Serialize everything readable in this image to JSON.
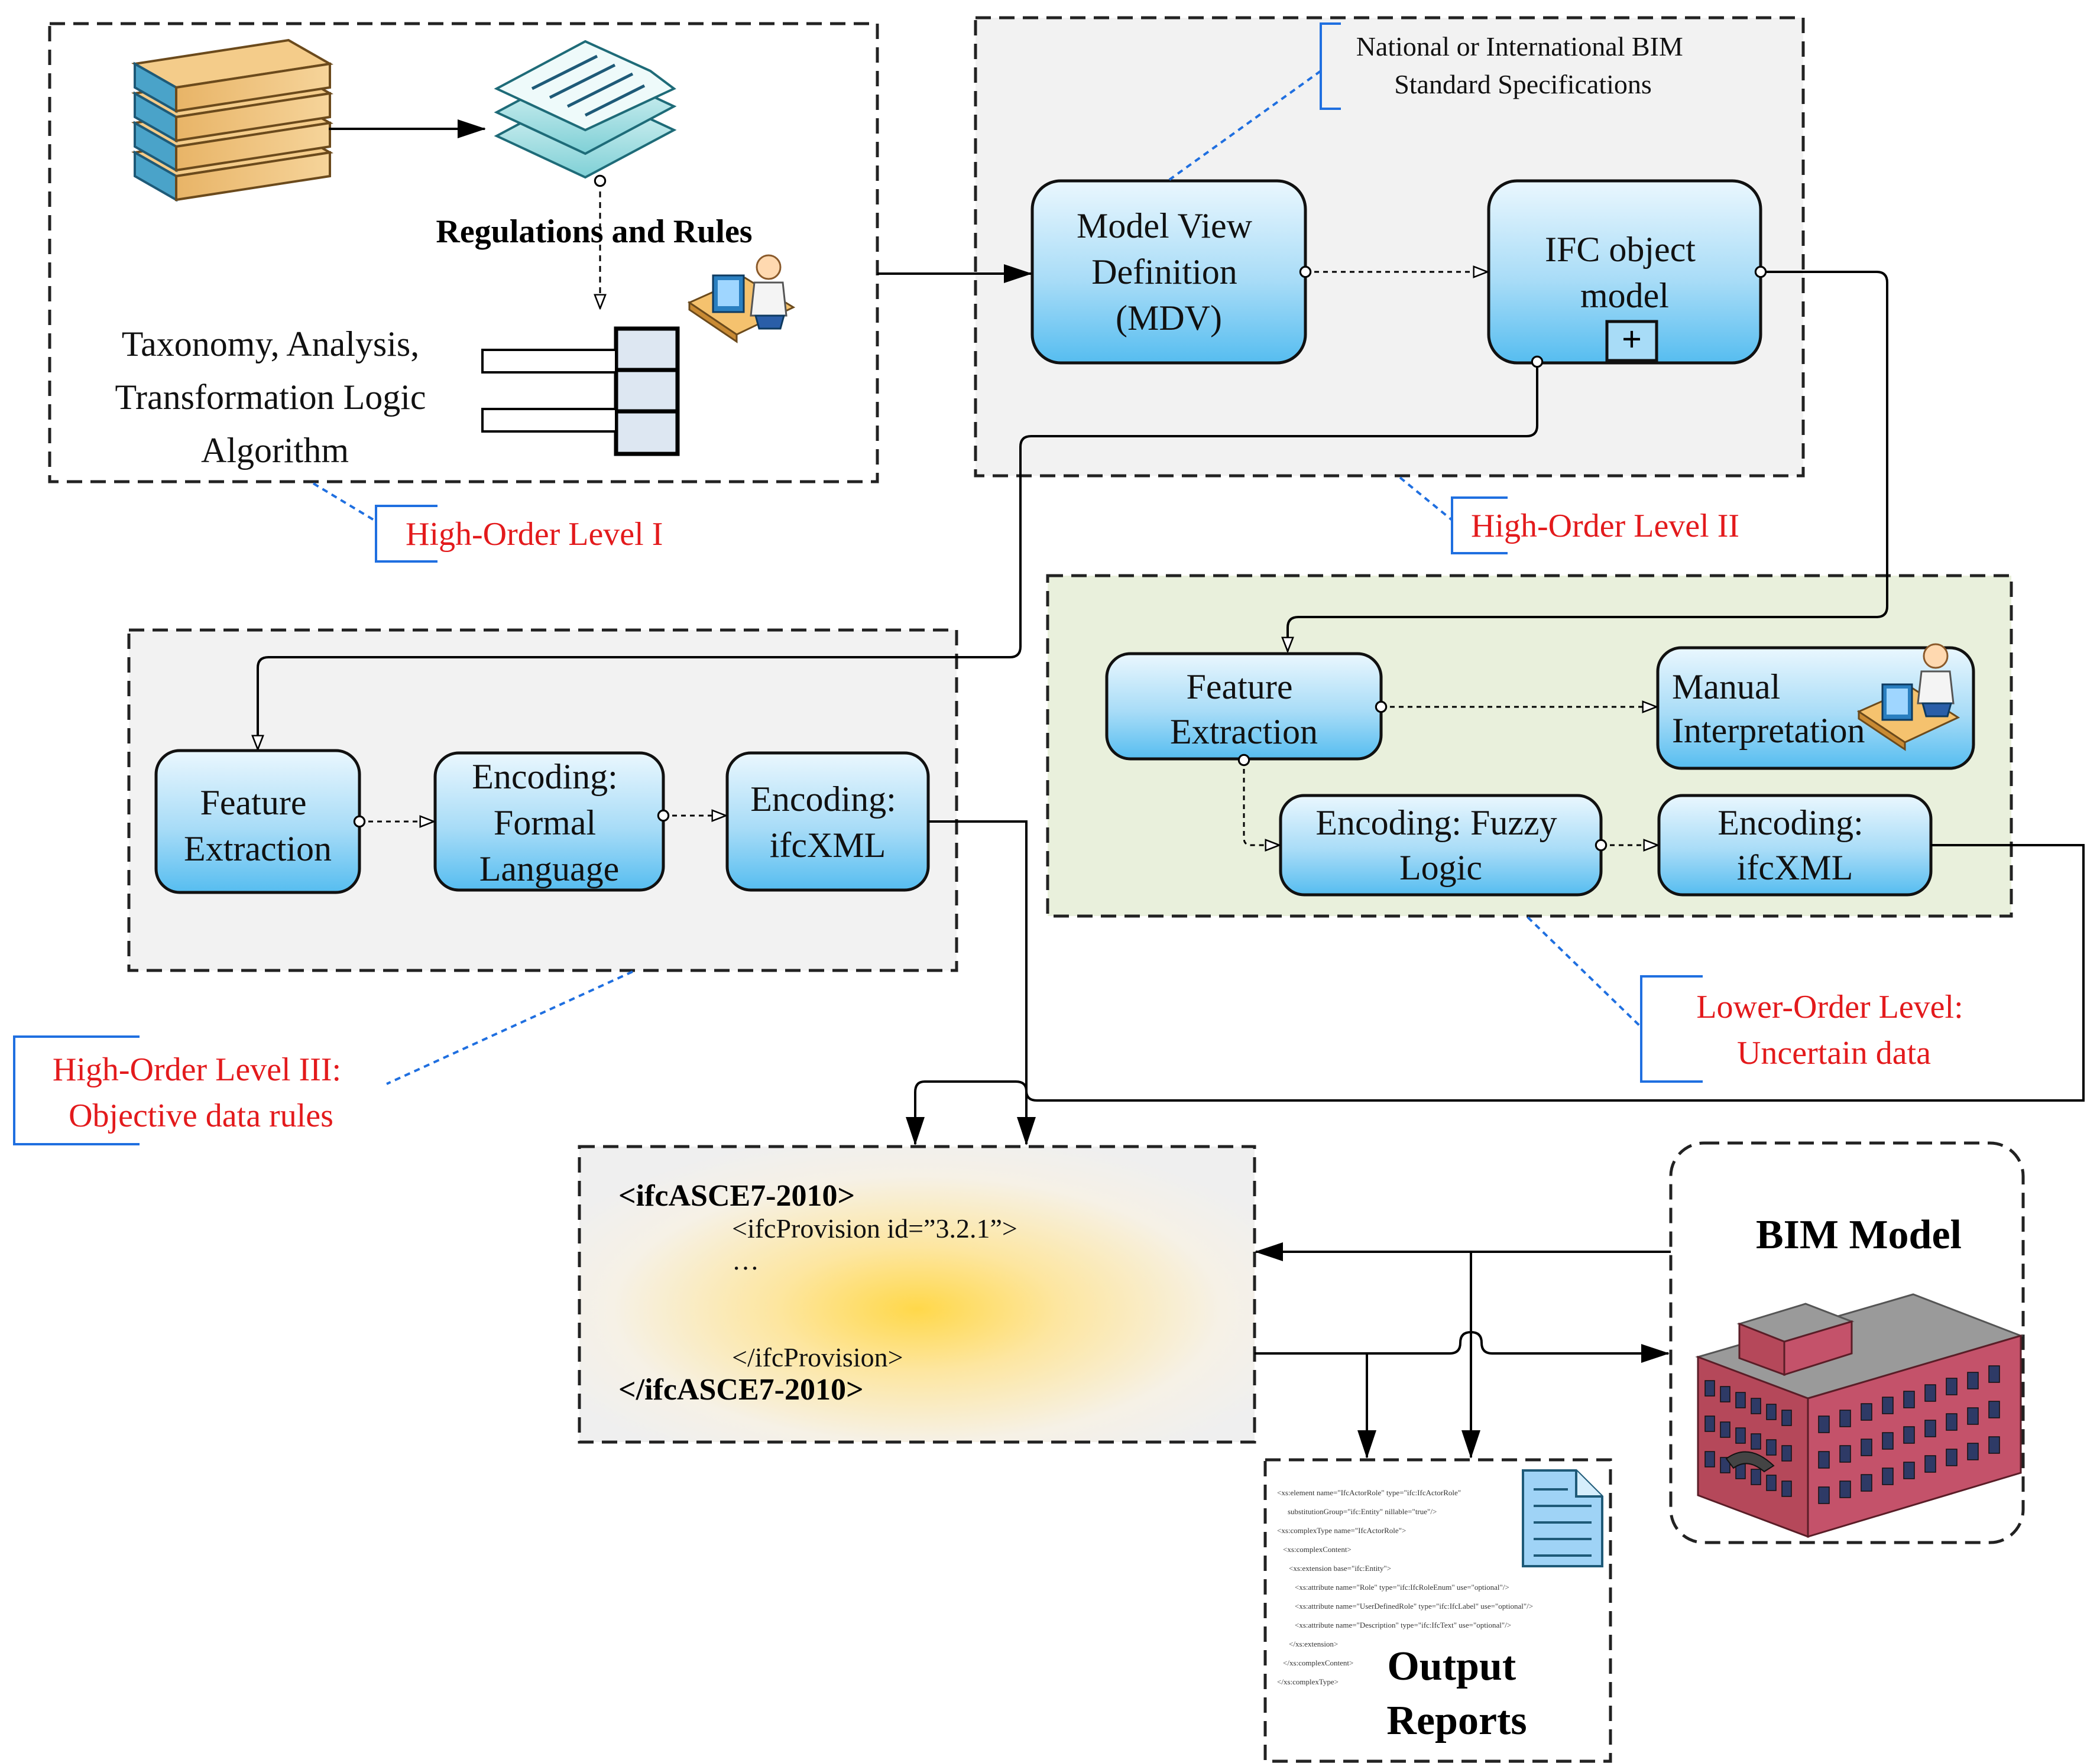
{
  "header_note": {
    "line1": "National or International BIM",
    "line2": "Standard Specifications"
  },
  "level1": {
    "regulations": "Regulations and Rules",
    "taxonomy_lines": [
      "Taxonomy, Analysis,",
      "Transformation Logic",
      "Algorithm"
    ],
    "label": "High-Order Level I"
  },
  "level2": {
    "mdv_lines": [
      "Model View",
      "Definition",
      "(MDV)"
    ],
    "ifc_lines": [
      "IFC object",
      "model"
    ],
    "expand_symbol": "+",
    "label": "High-Order Level II"
  },
  "level3": {
    "feature_lines": [
      "Feature",
      "Extraction"
    ],
    "formal_lines": [
      "Encoding:",
      "Formal",
      "Language"
    ],
    "ifcxml_lines": [
      "Encoding:",
      "ifcXML"
    ],
    "label_lines": [
      "High-Order Level III:",
      "Objective data rules"
    ]
  },
  "lower": {
    "feature_lines": [
      "Feature",
      "Extraction"
    ],
    "manual_lines": [
      "Manual",
      "Interpretation"
    ],
    "fuzzy_lines": [
      "Encoding: Fuzzy",
      "Logic"
    ],
    "ifcxml_lines": [
      "Encoding:",
      "ifcXML"
    ],
    "label_lines": [
      "Lower-Order Level:",
      "Uncertain data"
    ]
  },
  "xml": {
    "open_tag": "<ifcASCE7-2010>",
    "provision_open": "<ifcProvision id=”3.2.1”>",
    "ellipsis": "…",
    "provision_close": "</ifcProvision>",
    "close_tag": "</ifcASCE7-2010>"
  },
  "bim": {
    "title": "BIM Model"
  },
  "output": {
    "title_lines": [
      "Output",
      "Reports"
    ],
    "code_lines": [
      "<xs:element name=\"IfcActorRole\" type=\"ifc:IfcActorRole\"",
      "substitutionGroup=\"ifc:Entity\" nillable=\"true\"/>",
      "<xs:complexType name=\"IfcActorRole\">",
      "<xs:complexContent>",
      "<xs:extension base=\"ifc:Entity\">",
      "<xs:attribute name=\"Role\" type=\"ifc:IfcRoleEnum\" use=\"optional\"/>",
      "<xs:attribute name=\"UserDefinedRole\" type=\"ifc:IfcLabel\" use=\"optional\"/>",
      "<xs:attribute name=\"Description\" type=\"ifc:IfcText\" use=\"optional\"/>",
      "</xs:extension>",
      "</xs:complexContent>",
      "</xs:complexType>"
    ]
  },
  "colors": {
    "node_fill_top": "#e6f5fd",
    "node_fill_bottom": "#5ec3f2",
    "level_label": "#e31a1c",
    "leader": "#1f6fe0",
    "level_panel": "#f2f2f2",
    "lower_panel": "#e9f0dc",
    "xml_glow": "#ffd84a"
  }
}
